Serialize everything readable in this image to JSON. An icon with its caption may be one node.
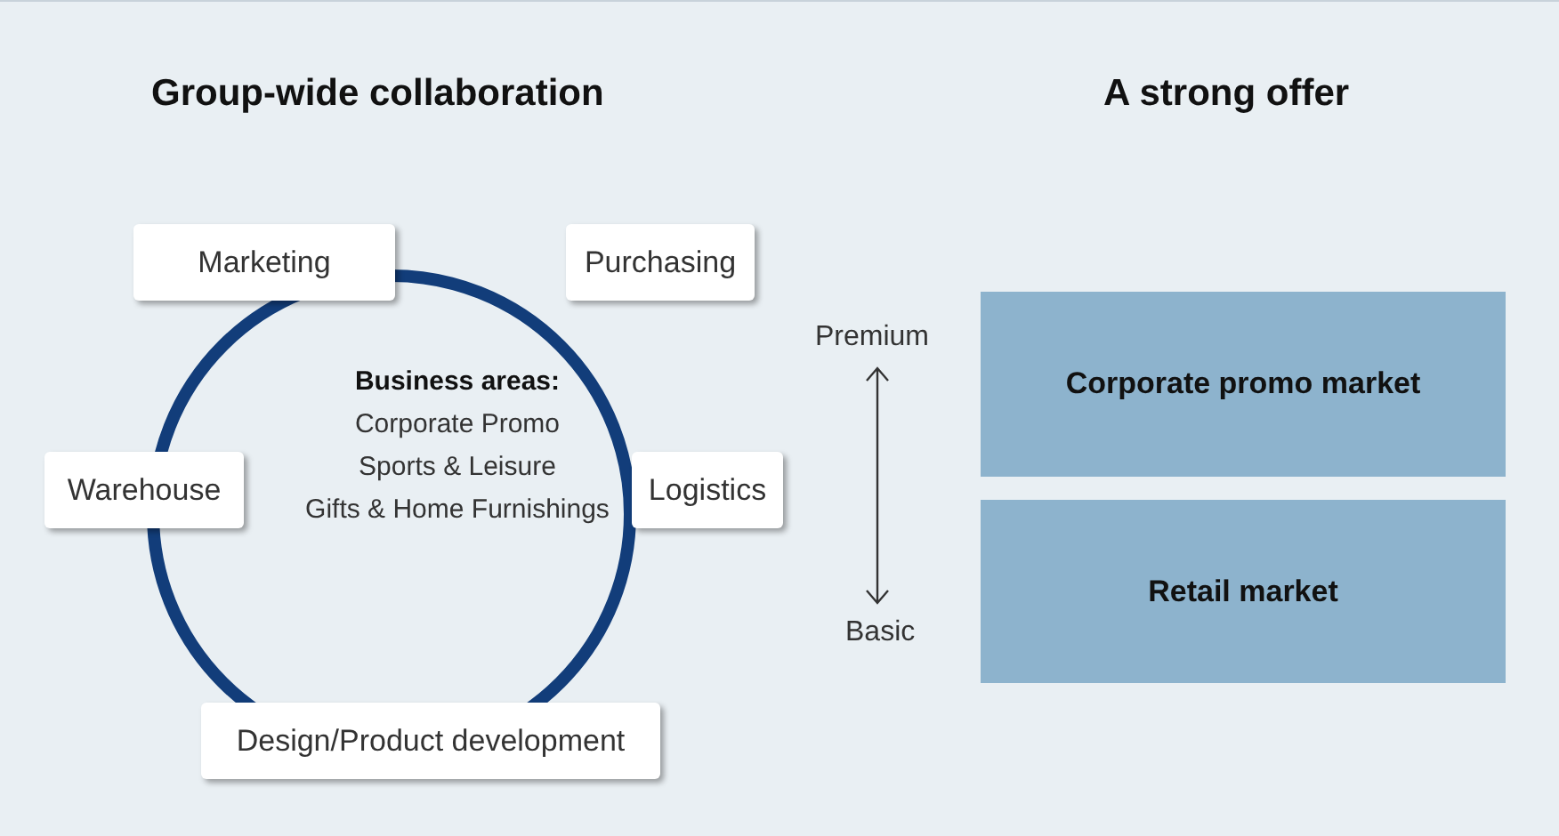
{
  "diagram": {
    "nodes": [
      {
        "text": [
          "Marketing"
        ]
      },
      {
        "text": [
          "Purchasing"
        ]
      },
      {
        "text": [
          "Business areas:",
          "Corporate Promo",
          "Sports & Leisure",
          "Gifts & Home Furnishings"
        ]
      },
      {
        "text": [
          "Warehouse"
        ]
      },
      {
        "text": [
          "Logistics"
        ]
      },
      {
        "text": [
          "Design/Product development"
        ]
      },
      {
        "text": [
          "Corporate promo market"
        ]
      },
      {
        "text": [
          "Retail market"
        ]
      }
    ],
    "labels": [
      "Group-wide collaboration",
      "A strong offer",
      "Premium",
      "Basic"
    ]
  }
}
